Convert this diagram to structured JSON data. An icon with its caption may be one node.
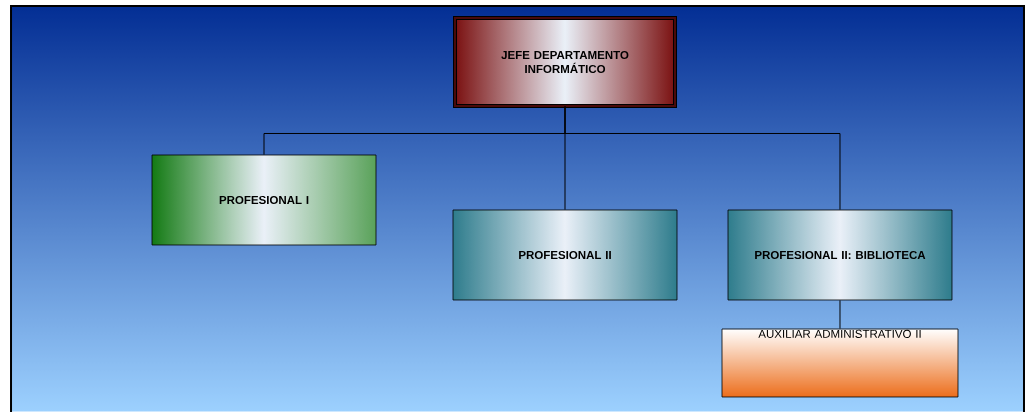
{
  "diagram": {
    "nodes": [
      {
        "text": [
          "JEFE DEPARTAMENTO INFORMÁTICO"
        ]
      },
      {
        "text": [
          "PROFESIONAL I"
        ]
      },
      {
        "text": [
          "PROFESIONAL II"
        ]
      },
      {
        "text": [
          "PROFESIONAL II: BIBLIOTECA"
        ]
      },
      {
        "text": [
          "AUXILIAR ADMINISTRATIVO II"
        ]
      }
    ],
    "edges": [
      {
        "from": 0,
        "to": 1,
        "arrow": "none"
      },
      {
        "from": 0,
        "to": 2,
        "arrow": "none"
      },
      {
        "from": 0,
        "to": 3,
        "arrow": "none"
      },
      {
        "from": 3,
        "to": 4,
        "arrow": "none"
      }
    ]
  }
}
